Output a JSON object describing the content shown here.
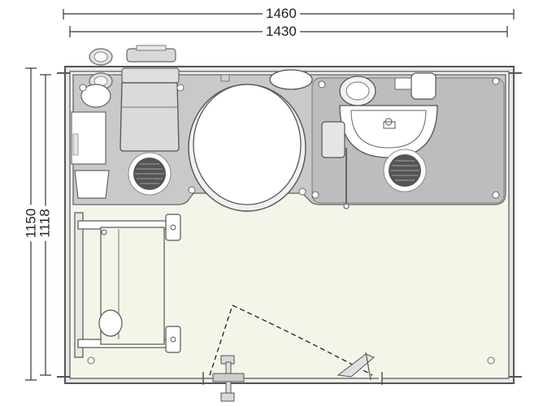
{
  "dimensions": {
    "overall_width": "1460",
    "inner_width": "1430",
    "overall_depth": "1150",
    "inner_depth": "1118"
  },
  "colors": {
    "outline": "#555555",
    "counter_fill": "#c9c9c9",
    "floor_fill": "#f4f4e8",
    "fixture_fill": "#ffffff",
    "drain_fill": "#555555"
  },
  "icons": [
    "toilet",
    "washbasin",
    "floor-drain",
    "fold-down-seat",
    "toilet-paper-holder",
    "door-swing",
    "door-handle"
  ]
}
